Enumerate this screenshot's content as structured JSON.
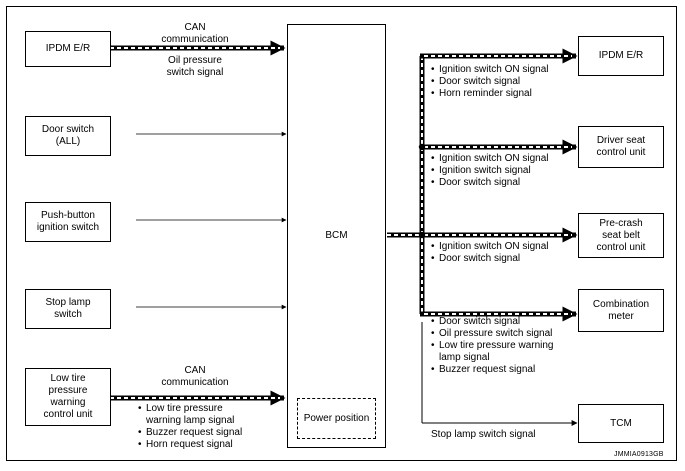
{
  "inputs": {
    "ipdm": "IPDM E/R",
    "door_switch": "Door switch\n(ALL)",
    "push_button": "Push-button\nignition switch",
    "stop_lamp": "Stop lamp\nswitch",
    "low_tire": "Low tire\npressure\nwarning\ncontrol unit"
  },
  "bcm": {
    "title": "BCM",
    "power_position": "Power position"
  },
  "outputs": {
    "ipdm": "IPDM E/R",
    "driver_seat": "Driver seat\ncontrol unit",
    "precrash": "Pre-crash\nseat belt\ncontrol unit",
    "combination_meter": "Combination\nmeter",
    "tcm": "TCM"
  },
  "labels": {
    "can_top": "CAN\ncommunication",
    "oil_pressure": "Oil pressure\nswitch signal",
    "can_bottom": "CAN\ncommunication",
    "stop_lamp_signal": "Stop lamp switch signal"
  },
  "signals": {
    "low_tire_in": [
      "Low tire pressure\nwarning lamp signal",
      "Buzzer request signal",
      "Horn request signal"
    ],
    "to_ipdm": [
      "Ignition switch ON signal",
      "Door switch signal",
      "Horn reminder signal"
    ],
    "to_driver_seat": [
      "Ignition switch ON signal",
      "Ignition switch signal",
      "Door switch signal"
    ],
    "to_precrash": [
      "Ignition switch ON signal",
      "Door switch signal"
    ],
    "to_combination_meter": [
      "Door switch signal",
      "Oil pressure switch signal",
      "Low tire pressure warning\nlamp signal",
      "Buzzer request signal"
    ]
  },
  "watermark": "JMMIA0913GB"
}
